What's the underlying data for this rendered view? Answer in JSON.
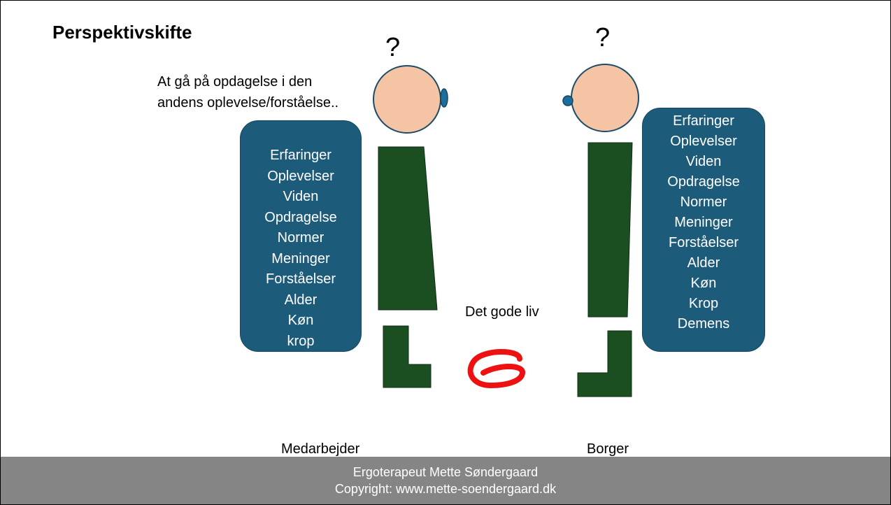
{
  "slide": {
    "title": "Perspektivskifte",
    "question_mark": "?",
    "intro_line1": "At gå på opdagelse i den",
    "intro_line2": "andens oplevelse/forståelse.."
  },
  "left_person": {
    "label": "Medarbejder",
    "attributes": [
      "Erfaringer",
      "Oplevelser",
      "Viden",
      "Opdragelse",
      "Normer",
      "Meninger",
      "Forståelser",
      "Alder",
      "Køn",
      "krop"
    ]
  },
  "right_person": {
    "label": "Borger",
    "attributes": [
      "Erfaringer",
      "Oplevelser",
      "Viden",
      "Opdragelse",
      "Normer",
      "Meninger",
      "Forståelser",
      "Alder",
      "Køn",
      "Krop",
      "Demens"
    ]
  },
  "center": {
    "text": "Det gode liv"
  },
  "colors": {
    "head": "#f5c4a5",
    "body": "#1b4f22",
    "attr_box": "#1d5b7b",
    "ear": "#1d6e9c",
    "squiggle": "#ee1111",
    "footer": "#858585"
  },
  "footer": {
    "line1": "Ergoterapeut Mette Søndergaard",
    "line2": "Copyright:  www.mette-soendergaard.dk"
  }
}
